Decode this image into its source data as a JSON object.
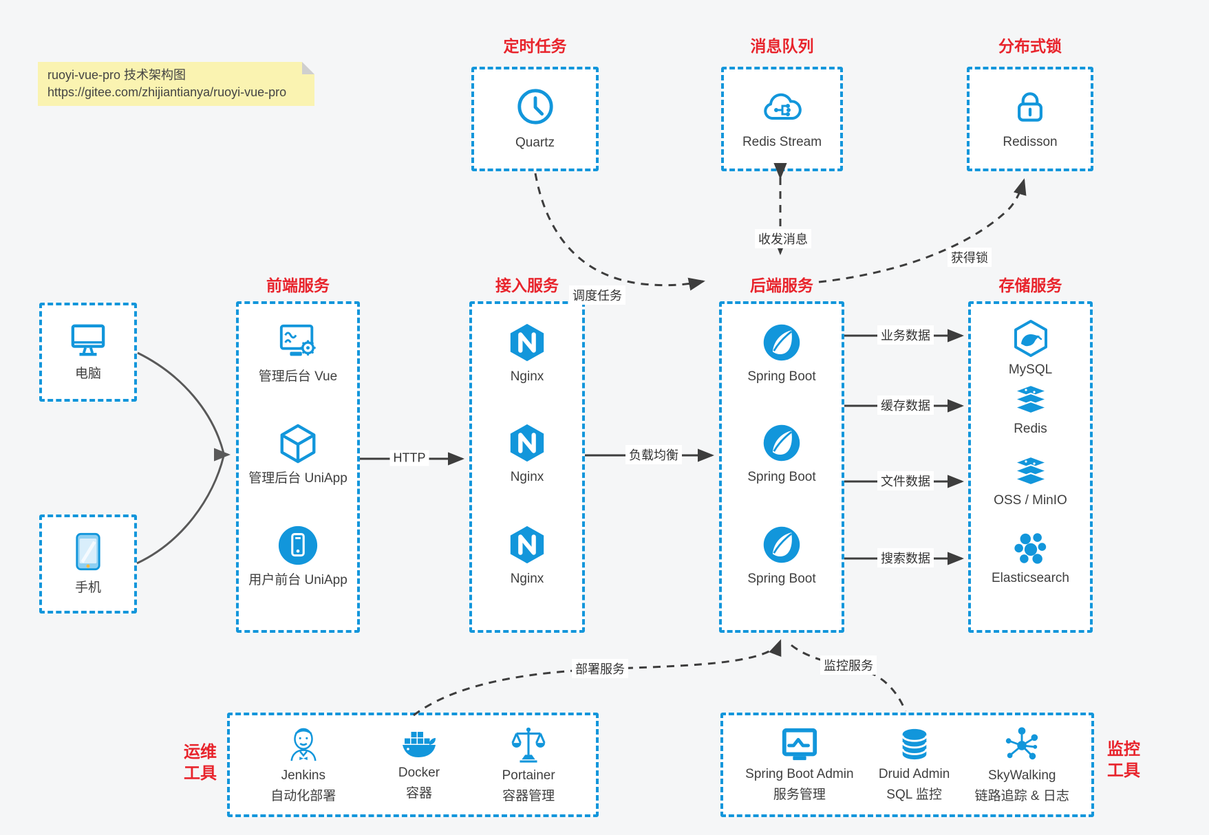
{
  "note": {
    "title": "ruoyi-vue-pro 技术架构图",
    "url": "https://gitee.com/zhijiantianya/ruoyi-vue-pro"
  },
  "colors": {
    "accent_blue": "#1296db",
    "title_red": "#e8242c",
    "wire_dark": "#3d3d3d",
    "wire_gray": "#595959",
    "note_bg": "#faf3b1",
    "canvas_bg": "#f5f6f7",
    "text": "#3f3f3f"
  },
  "groups": {
    "scheduler": {
      "title": "定时任务",
      "item": {
        "label": "Quartz",
        "icon": "clock-icon"
      }
    },
    "mq": {
      "title": "消息队列",
      "item": {
        "label": "Redis Stream",
        "icon": "cloud-stream-icon"
      }
    },
    "lock": {
      "title": "分布式锁",
      "item": {
        "label": "Redisson",
        "icon": "padlock-icon"
      }
    },
    "clients": {
      "pc": {
        "label": "电脑",
        "icon": "desktop-icon"
      },
      "mobile": {
        "label": "手机",
        "icon": "smartphone-icon"
      }
    },
    "frontend": {
      "title": "前端服务",
      "items": [
        {
          "label": "管理后台 Vue",
          "icon": "admin-screen-gear-icon"
        },
        {
          "label": "管理后台 UniApp",
          "icon": "cube-icon"
        },
        {
          "label": "用户前台 UniApp",
          "icon": "app-circle-icon"
        }
      ]
    },
    "gateway": {
      "title": "接入服务",
      "items": [
        {
          "label": "Nginx",
          "icon": "nginx-icon"
        },
        {
          "label": "Nginx",
          "icon": "nginx-icon"
        },
        {
          "label": "Nginx",
          "icon": "nginx-icon"
        }
      ]
    },
    "backend": {
      "title": "后端服务",
      "items": [
        {
          "label": "Spring Boot",
          "icon": "spring-icon"
        },
        {
          "label": "Spring Boot",
          "icon": "spring-icon"
        },
        {
          "label": "Spring Boot",
          "icon": "spring-icon"
        }
      ]
    },
    "storage": {
      "title": "存储服务",
      "items": [
        {
          "label": "MySQL",
          "icon": "mysql-icon"
        },
        {
          "label": "Redis",
          "icon": "stack-icon"
        },
        {
          "label": "OSS / MinIO",
          "icon": "stack-icon"
        },
        {
          "label": "Elasticsearch",
          "icon": "elasticsearch-icon"
        }
      ]
    },
    "ops": {
      "title_line1": "运维",
      "title_line2": "工具",
      "items": [
        {
          "label": "Jenkins",
          "sublabel": "自动化部署",
          "icon": "jenkins-icon"
        },
        {
          "label": "Docker",
          "sublabel": "容器",
          "icon": "docker-icon"
        },
        {
          "label": "Portainer",
          "sublabel": "容器管理",
          "icon": "scales-icon"
        }
      ]
    },
    "monitor": {
      "title_line1": "监控",
      "title_line2": "工具",
      "items": [
        {
          "label": "Spring Boot Admin",
          "sublabel": "服务管理",
          "icon": "monitor-pulse-icon"
        },
        {
          "label": "Druid Admin",
          "sublabel": "SQL 监控",
          "icon": "database-icon"
        },
        {
          "label": "SkyWalking",
          "sublabel": "链路追踪 & 日志",
          "icon": "network-hub-icon"
        }
      ]
    }
  },
  "edges": {
    "http": "HTTP",
    "load_balance": "负载均衡",
    "schedule": "调度任务",
    "messaging": "收发消息",
    "acquire_lock": "获得锁",
    "business_data": "业务数据",
    "cache_data": "缓存数据",
    "file_data": "文件数据",
    "search_data": "搜索数据",
    "deploy": "部署服务",
    "monitor_svc": "监控服务"
  }
}
